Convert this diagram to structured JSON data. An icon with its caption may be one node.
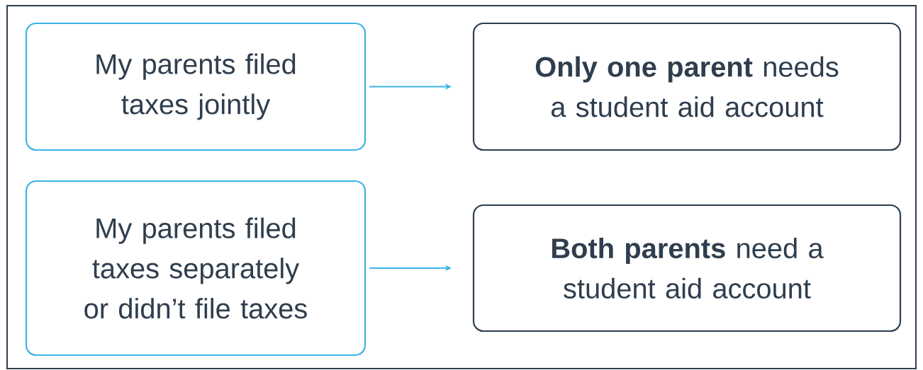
{
  "diagram": {
    "nodes": [
      {
        "text": [
          "My parents filed taxes jointly"
        ]
      },
      {
        "text": [
          "**Only one parent** needs a student aid account"
        ]
      },
      {
        "text": [
          "My parents filed taxes separately or didn’t file taxes"
        ]
      },
      {
        "text": [
          "**Both parents** need a student aid account"
        ]
      }
    ],
    "edges": [
      {
        "from": 0,
        "to": 1,
        "arrow": "to"
      },
      {
        "from": 2,
        "to": 3,
        "arrow": "to"
      }
    ]
  }
}
